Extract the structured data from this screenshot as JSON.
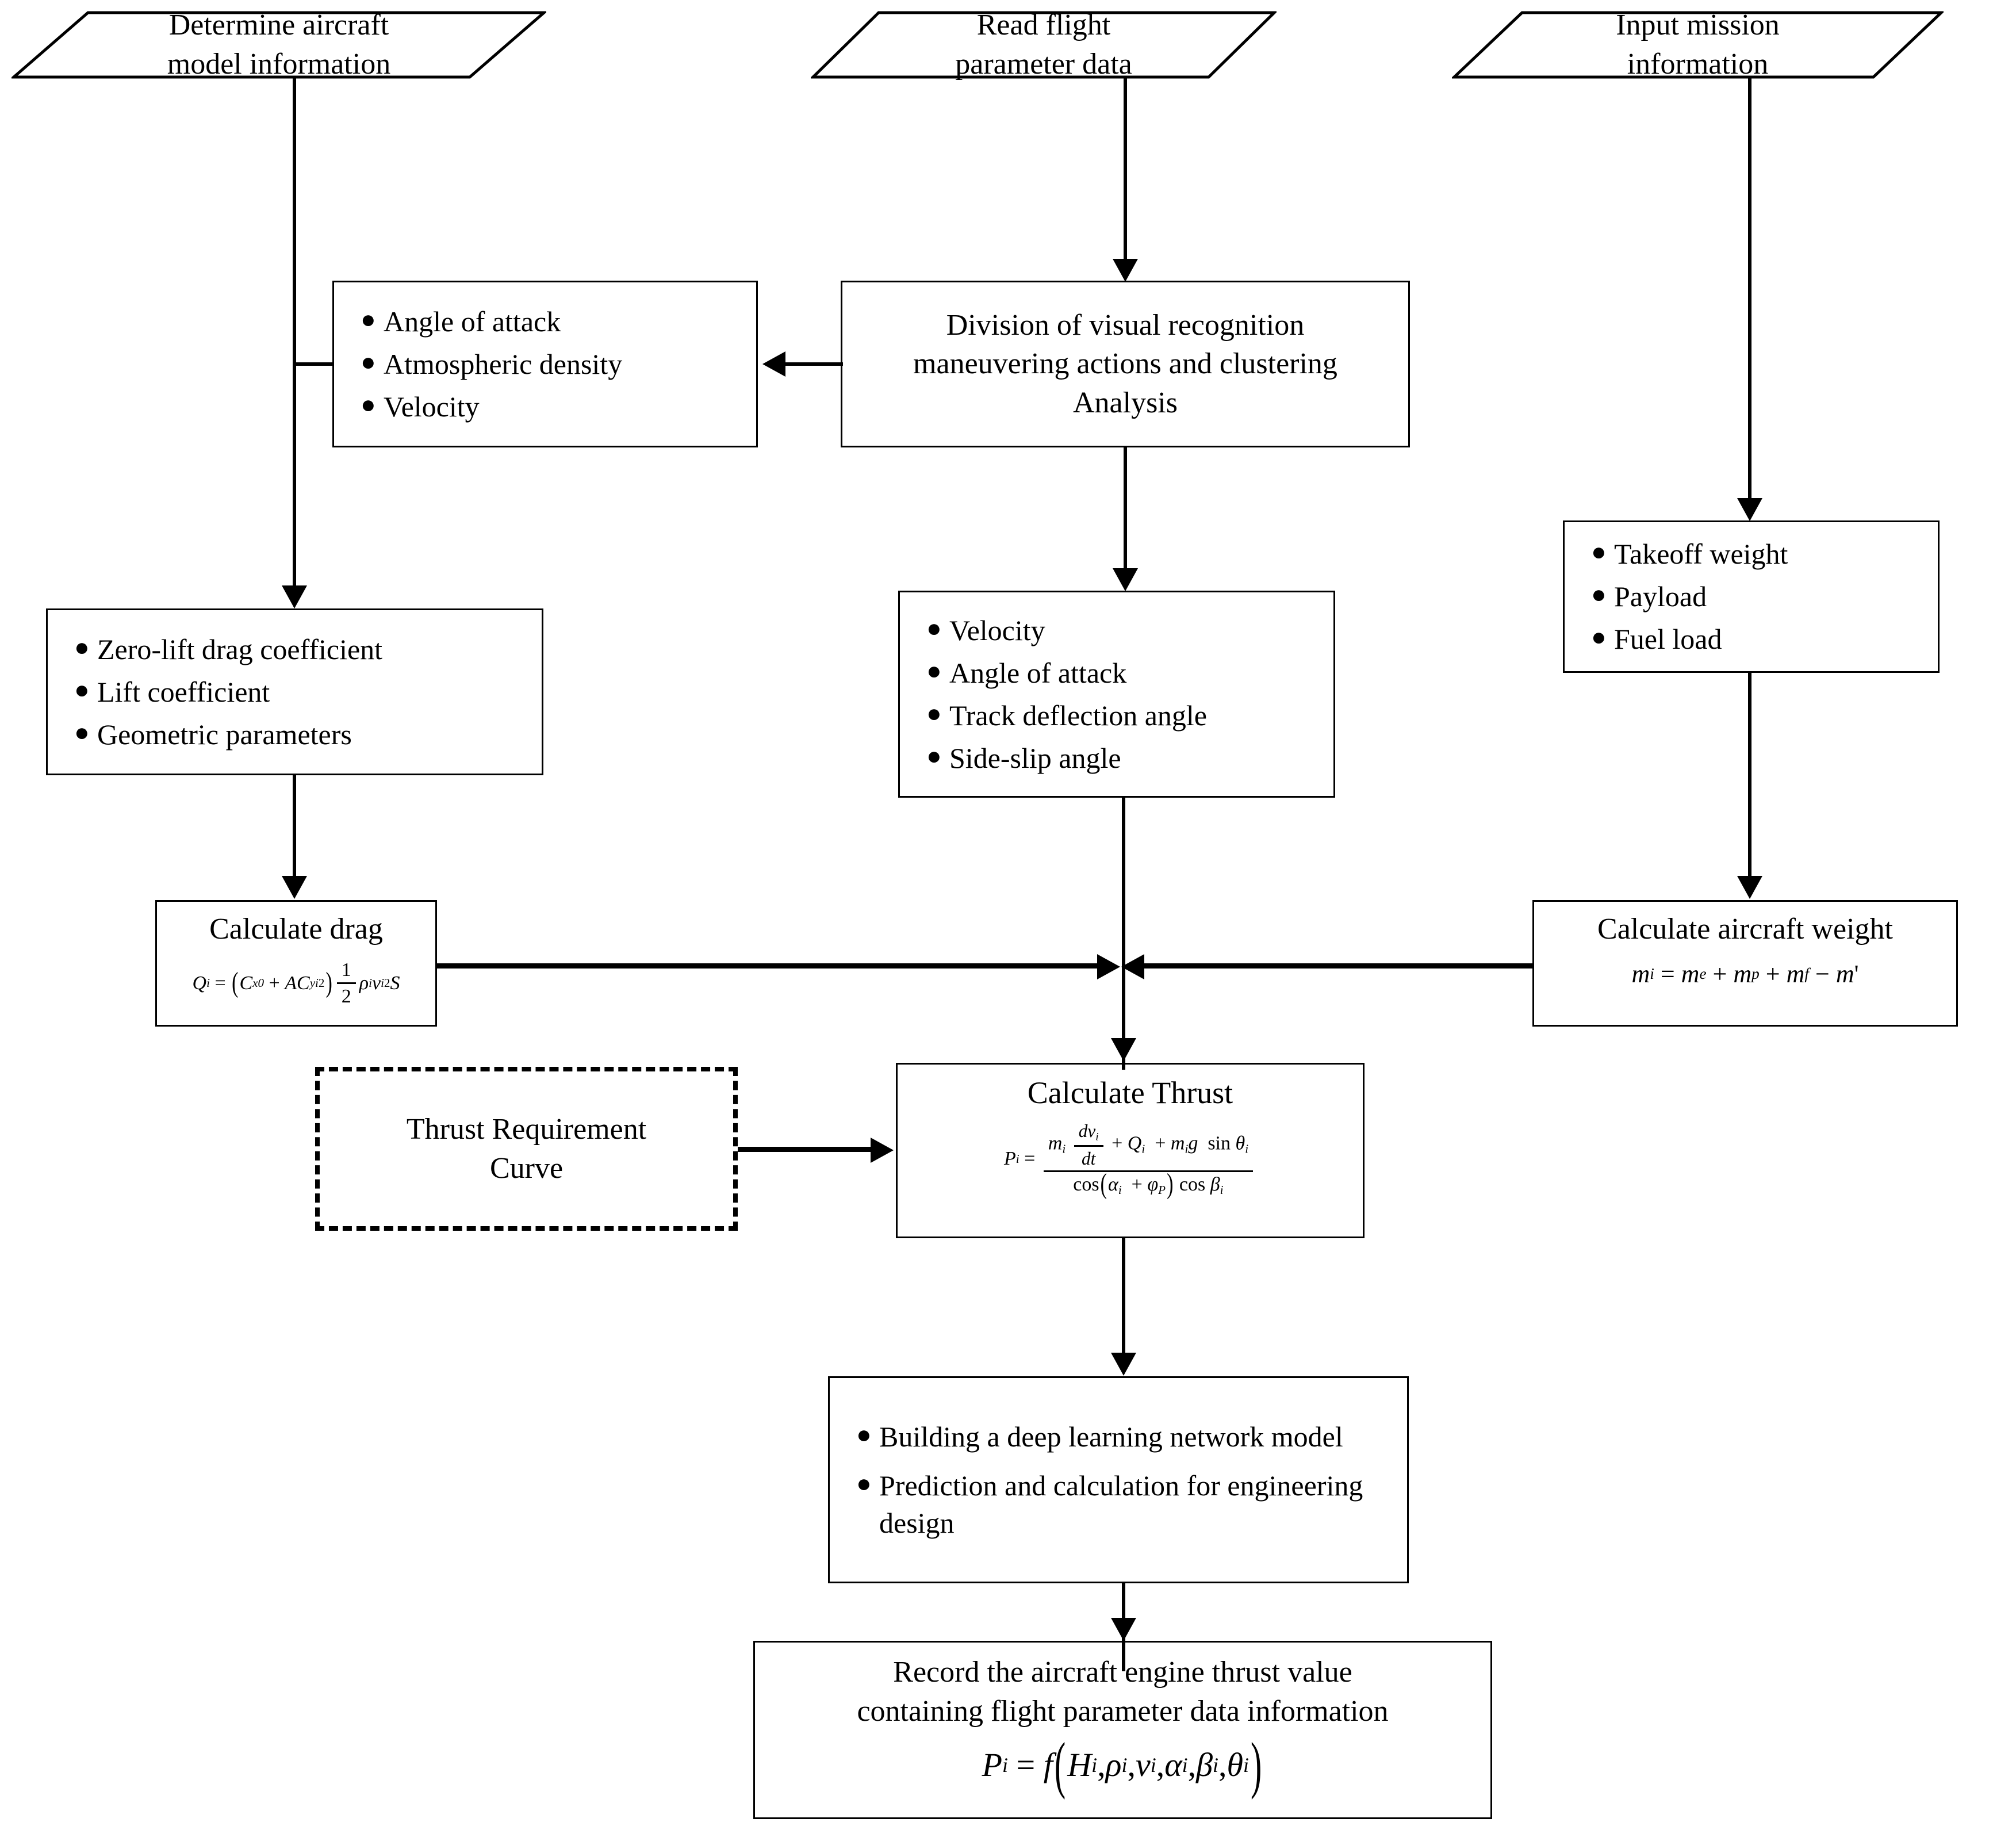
{
  "diagram": {
    "title": "Aircraft engine thrust calculation flowchart",
    "stroke_color": "#000000",
    "background_color": "#ffffff"
  },
  "nodes": {
    "determine_model": {
      "shape": "parallelogram",
      "text": "Determine aircraft\nmodel information"
    },
    "read_flight": {
      "shape": "parallelogram",
      "text": "Read flight\nparameter data"
    },
    "input_mission": {
      "shape": "parallelogram",
      "text": "Input mission\ninformation"
    },
    "atmos_list": {
      "shape": "rectangle",
      "items": [
        "Angle of attack",
        "Atmospheric density",
        "Velocity"
      ]
    },
    "division": {
      "shape": "rectangle",
      "text": "Division of visual recognition\nmaneuvering actions and clustering\nAnalysis"
    },
    "weights_list": {
      "shape": "rectangle",
      "items": [
        "Takeoff weight",
        "Payload",
        "Fuel load"
      ]
    },
    "coefficients_list": {
      "shape": "rectangle",
      "items": [
        "Zero-lift drag coefficient",
        "Lift coefficient",
        "Geometric parameters"
      ]
    },
    "flight_params_list": {
      "shape": "rectangle",
      "items": [
        "Velocity",
        "Angle of attack",
        "Track deflection angle",
        "Side-slip angle"
      ]
    },
    "calculate_drag": {
      "shape": "rectangle",
      "title": "Calculate drag",
      "formula_text": "Q_i = (C_x0 + A C_yi^2) (1/2) rho_i v_i^2 S"
    },
    "calculate_weight": {
      "shape": "rectangle",
      "title": "Calculate aircraft weight",
      "formula_text": "m_i = m_e + m_p + m_f - m'"
    },
    "thrust_curve": {
      "shape": "dashed-rectangle",
      "text": "Thrust Requirement\nCurve"
    },
    "calculate_thrust": {
      "shape": "rectangle",
      "title": "Calculate Thrust",
      "formula_text": "P_i = ( m_i dv_i/dt + Q_i + m_i g sin theta_i ) / ( cos(alpha_i + phi_P) cos beta_i )"
    },
    "deep_learning": {
      "shape": "rectangle",
      "items": [
        "Building a deep learning network model",
        "Prediction and calculation for engineering design"
      ]
    },
    "record": {
      "shape": "rectangle",
      "text": "Record the aircraft engine thrust value\ncontaining flight parameter data information",
      "formula_text": "P_i = f( H_i, rho_i, v_i, alpha_i, beta_i, theta_i )"
    }
  },
  "edges": [
    {
      "from": "determine_model",
      "to": "coefficients_list",
      "kind": "arrow-down"
    },
    {
      "from": "determine_model",
      "to": "atmos_list",
      "kind": "branch-right"
    },
    {
      "from": "read_flight",
      "to": "division",
      "kind": "arrow-down"
    },
    {
      "from": "division",
      "to": "atmos_list",
      "kind": "arrow-left"
    },
    {
      "from": "division",
      "to": "flight_params_list",
      "kind": "arrow-down"
    },
    {
      "from": "input_mission",
      "to": "weights_list",
      "kind": "arrow-down"
    },
    {
      "from": "coefficients_list",
      "to": "calculate_drag",
      "kind": "arrow-down"
    },
    {
      "from": "flight_params_list",
      "to": "junction",
      "kind": "line-down"
    },
    {
      "from": "weights_list",
      "to": "calculate_weight",
      "kind": "arrow-down"
    },
    {
      "from": "calculate_drag",
      "to": "junction",
      "kind": "arrow-right"
    },
    {
      "from": "calculate_weight",
      "to": "junction",
      "kind": "arrow-left"
    },
    {
      "from": "junction",
      "to": "calculate_thrust",
      "kind": "arrow-down"
    },
    {
      "from": "thrust_curve",
      "to": "calculate_thrust",
      "kind": "arrow-right"
    },
    {
      "from": "calculate_thrust",
      "to": "deep_learning",
      "kind": "arrow-down"
    },
    {
      "from": "deep_learning",
      "to": "record",
      "kind": "arrow-down"
    }
  ],
  "symbols": {
    "bullet": "●",
    "rho": "ρ",
    "alpha": "α",
    "beta": "β",
    "theta": "θ",
    "phi": "φ",
    "minus": "−",
    "plus": "+",
    "equals": "="
  }
}
